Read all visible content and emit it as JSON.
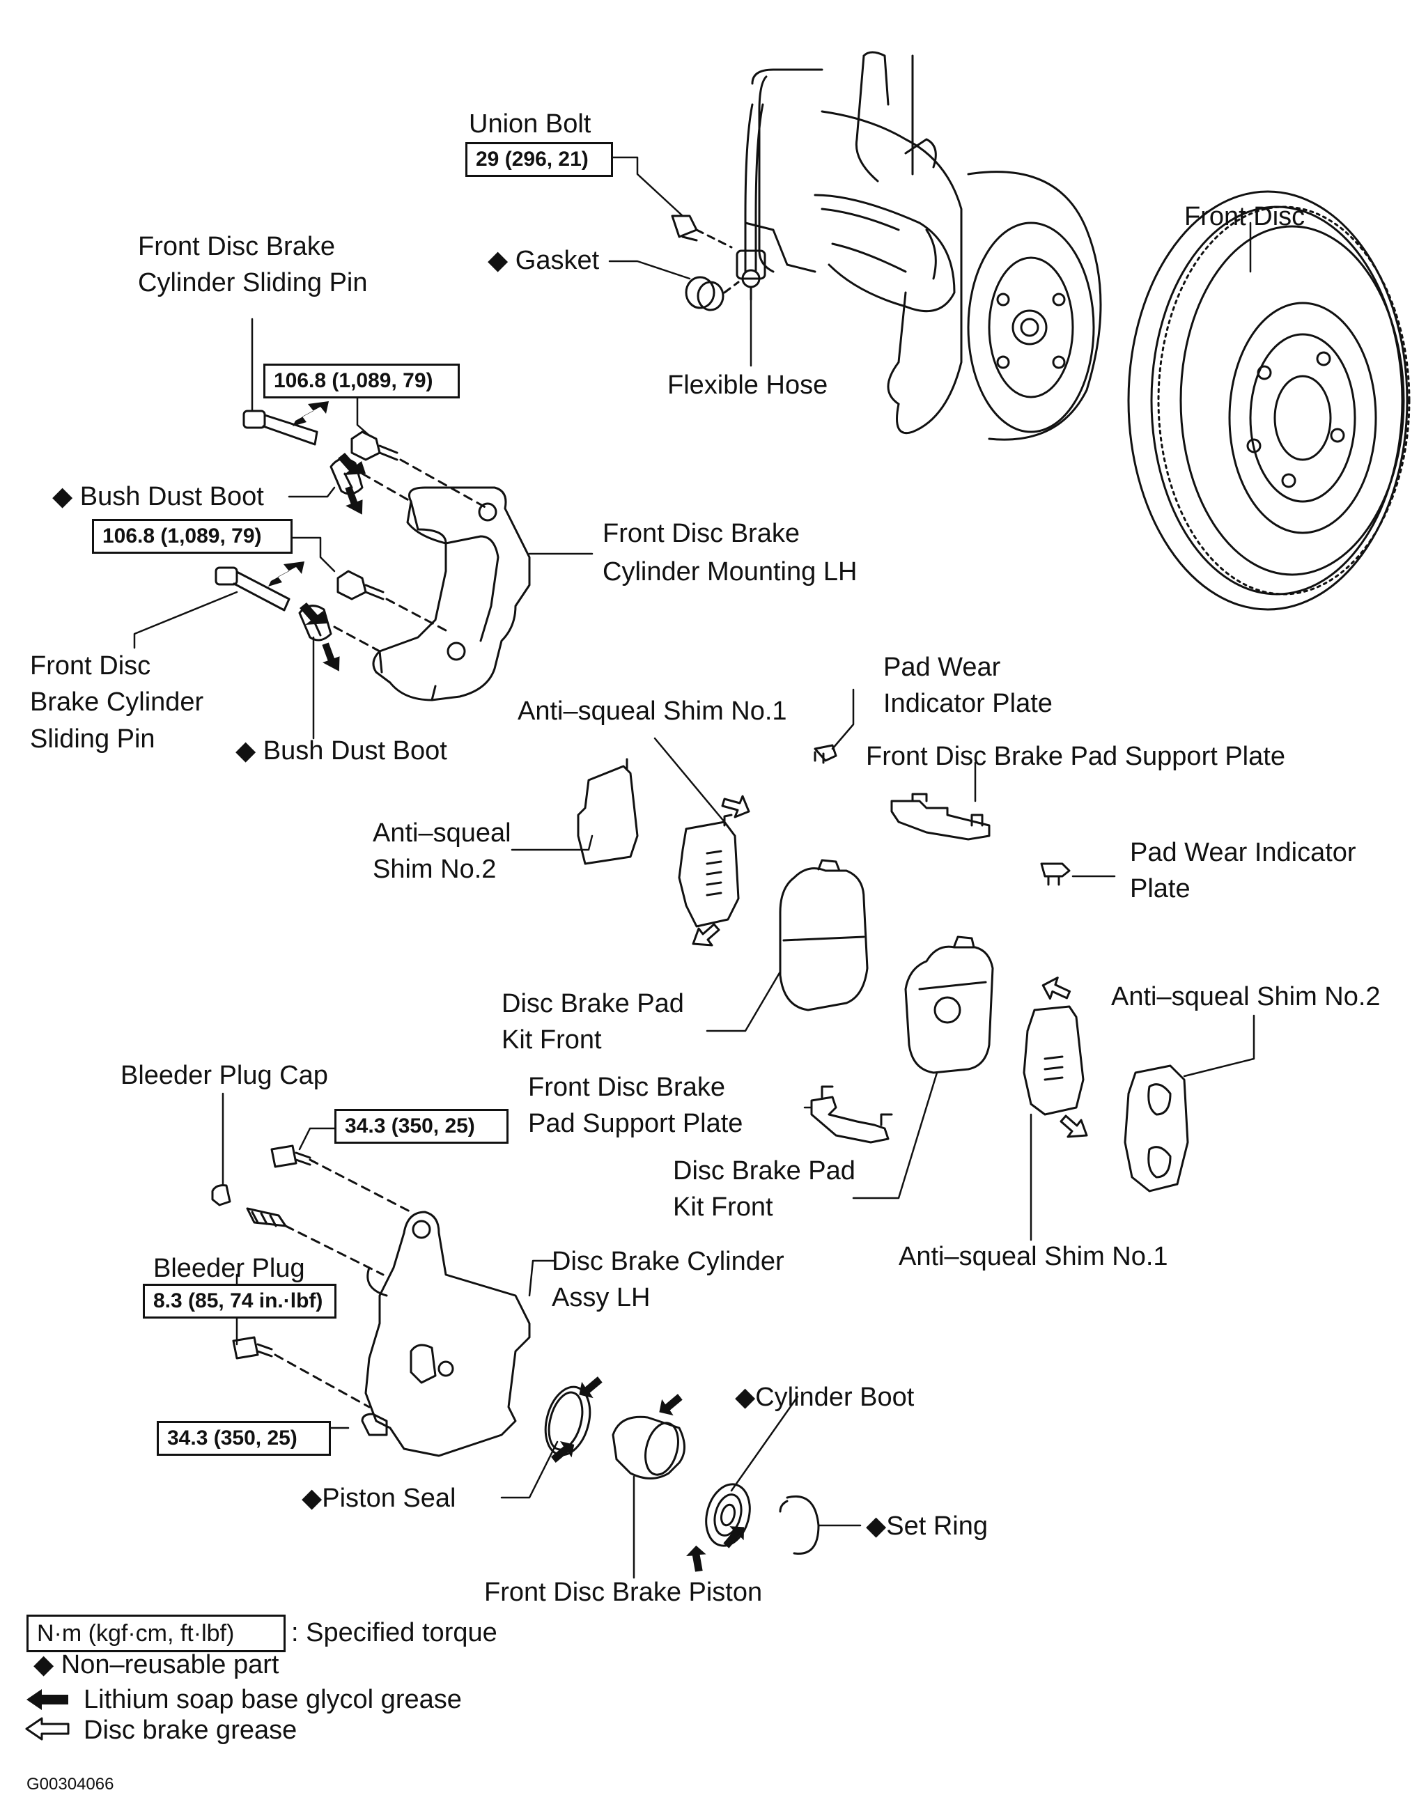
{
  "labels": {
    "union_bolt": "Union Bolt",
    "gasket": "◆ Gasket",
    "flexible_hose": "Flexible Hose",
    "front_disc": "Front Disc",
    "sliding_pin_top_1": "Front Disc Brake",
    "sliding_pin_top_2": "Cylinder Sliding Pin",
    "bush_boot_1": "◆ Bush Dust Boot",
    "mounting_1": "Front Disc Brake",
    "mounting_2": "Cylinder Mounting LH",
    "sliding_pin_left_1": "Front Disc",
    "sliding_pin_left_2": "Brake Cylinder",
    "sliding_pin_left_3": "Sliding Pin",
    "bush_boot_2": "◆ Bush Dust Boot",
    "pad_wear_top_1": "Pad Wear",
    "pad_wear_top_2": "Indicator Plate",
    "shim1_top": "Anti–squeal Shim No.1",
    "support_plate_top": "Front Disc Brake Pad Support Plate",
    "shim2_left_1": "Anti–squeal",
    "shim2_left_2": "Shim No.2",
    "pad_wear_right_1": "Pad Wear Indicator",
    "pad_wear_right_2": "Plate",
    "pad_kit_1a": "Disc Brake Pad",
    "pad_kit_1b": "Kit Front",
    "shim2_right": "Anti–squeal Shim No.2",
    "bleeder_cap": "Bleeder Plug Cap",
    "support_plate_2a": "Front Disc Brake",
    "support_plate_2b": "Pad Support Plate",
    "pad_kit_2a": "Disc Brake Pad",
    "pad_kit_2b": "Kit Front",
    "bleeder_plug": "Bleeder Plug",
    "cylinder_assy_1": "Disc Brake Cylinder",
    "cylinder_assy_2": "Assy LH",
    "shim1_bottom": "Anti–squeal Shim No.1",
    "cylinder_boot": "◆Cylinder Boot",
    "piston_seal": "◆Piston Seal",
    "set_ring": "◆Set Ring",
    "piston": "Front Disc Brake Piston"
  },
  "torques": {
    "union_bolt": "29 (296, 21)",
    "sliding_pin_top": "106.8 (1,089, 79)",
    "sliding_pin_lower": "106.8 (1,089, 79)",
    "bleeder_upper": "34.3 (350, 25)",
    "bleeder_plug": "8.3 (85, 74 in.·lbf)",
    "bleeder_lower": "34.3 (350, 25)"
  },
  "legend": {
    "torque_box": "N·m (kgf·cm, ft·lbf)",
    "torque_text": ": Specified torque",
    "non_reusable": "◆ Non–reusable part",
    "lithium": "Lithium soap base glycol grease",
    "disc_grease": "Disc brake grease"
  },
  "figure_code": "G00304066"
}
